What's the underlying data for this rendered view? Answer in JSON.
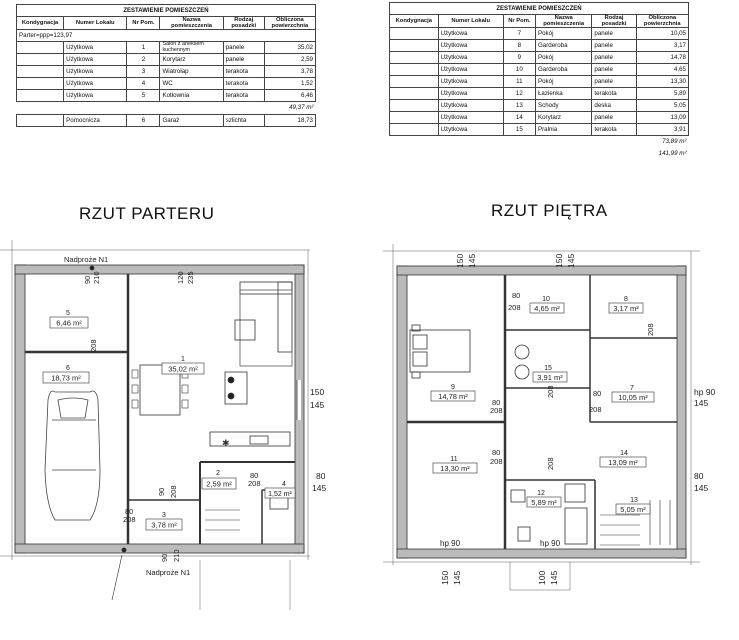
{
  "headers": {
    "kondygnacja": "Kondygnacja",
    "numer_lokalu": "Numer Lokalu",
    "nr_pom": "Nr Pom.",
    "nazwa": "Nazwa pomieszczenia",
    "rodzaj": "Rodzaj posadzki",
    "powierzchnia": "Obliczona powierzchnia"
  },
  "table_left": {
    "caption": "ZESTAWIENIE POMIESZCZEŃ",
    "group_label": "Parter=ppp=123,97",
    "rows": [
      {
        "lokal": "Użytkowa",
        "nr": "1",
        "nazwa": "Salon z aneksem kuchennym",
        "posadzka": "panele",
        "pow": "35,02"
      },
      {
        "lokal": "Użytkowa",
        "nr": "2",
        "nazwa": "Korytarz",
        "posadzka": "panele",
        "pow": "2,59"
      },
      {
        "lokal": "Użytkowa",
        "nr": "3",
        "nazwa": "Wiatrołap",
        "posadzka": "terakota",
        "pow": "3,78"
      },
      {
        "lokal": "Użytkowa",
        "nr": "4",
        "nazwa": "WC",
        "posadzka": "terakota",
        "pow": "1,52"
      },
      {
        "lokal": "Użytkowa",
        "nr": "5",
        "nazwa": "Kotłownia",
        "posadzka": "terakota",
        "pow": "6,46"
      }
    ],
    "subtotal": "49,37 m²",
    "extra_row": {
      "lokal": "Pomocnicza",
      "nr": "6",
      "nazwa": "Garaż",
      "posadzka": "szlichta",
      "pow": "18,73"
    }
  },
  "table_right": {
    "caption": "ZESTAWIENIE POMIESZCZEŃ",
    "rows": [
      {
        "lokal": "Użytkowa",
        "nr": "7",
        "nazwa": "Pokój",
        "posadzka": "panele",
        "pow": "10,05"
      },
      {
        "lokal": "Użytkowa",
        "nr": "8",
        "nazwa": "Garderoba",
        "posadzka": "panele",
        "pow": "3,17"
      },
      {
        "lokal": "Użytkowa",
        "nr": "9",
        "nazwa": "Pokój",
        "posadzka": "panele",
        "pow": "14,78"
      },
      {
        "lokal": "Użytkowa",
        "nr": "10",
        "nazwa": "Garderoba",
        "posadzka": "panele",
        "pow": "4,65"
      },
      {
        "lokal": "Użytkowa",
        "nr": "11",
        "nazwa": "Pokój",
        "posadzka": "panele",
        "pow": "13,30"
      },
      {
        "lokal": "Użytkowa",
        "nr": "12",
        "nazwa": "Łazienka",
        "posadzka": "terakota",
        "pow": "5,89"
      },
      {
        "lokal": "Użytkowa",
        "nr": "13",
        "nazwa": "Schody",
        "posadzka": "deska",
        "pow": "5,05"
      },
      {
        "lokal": "Użytkowa",
        "nr": "14",
        "nazwa": "Korytarz",
        "posadzka": "panele",
        "pow": "13,09"
      },
      {
        "lokal": "Użytkowa",
        "nr": "15",
        "nazwa": "Pralnia",
        "posadzka": "terakota",
        "pow": "3,91"
      }
    ],
    "subtotal": "73,89 m²",
    "total": "141,99 m²"
  },
  "plan_ground": {
    "title": "RZUT PARTERU",
    "rooms": {
      "r1": {
        "num": "1",
        "area": "35,02 m²"
      },
      "r2": {
        "num": "2",
        "area": "2,59 m²"
      },
      "r3": {
        "num": "3",
        "area": "3,78 m²"
      },
      "r4": {
        "num": "4",
        "area": "1,52 m²"
      },
      "r5": {
        "num": "5",
        "area": "6,46 m²"
      },
      "r6": {
        "num": "6",
        "area": "18,73 m²"
      }
    },
    "lintel_top": "Nadproże N1",
    "lintel_bottom": "Nadproże N1",
    "dims": {
      "d90": "90",
      "d210": "210",
      "d80": "80",
      "d208": "208",
      "d120": "120",
      "d235": "235",
      "d150": "150",
      "d145": "145"
    }
  },
  "plan_upper": {
    "title": "RZUT PIĘTRA",
    "rooms": {
      "r7": {
        "num": "7",
        "area": "10,05 m²"
      },
      "r8": {
        "num": "8",
        "area": "3,17 m²"
      },
      "r9": {
        "num": "9",
        "area": "14,78 m²"
      },
      "r10": {
        "num": "10",
        "area": "4,65 m²"
      },
      "r11": {
        "num": "11",
        "area": "13,30 m²"
      },
      "r12": {
        "num": "12",
        "area": "5,89 m²"
      },
      "r13": {
        "num": "13",
        "area": "5,05 m²"
      },
      "r14": {
        "num": "14",
        "area": "13,09 m²"
      },
      "r15": {
        "num": "15",
        "area": "3,91 m²"
      }
    },
    "dims": {
      "d150": "150",
      "d145": "145",
      "d80": "80",
      "d208": "208",
      "d90": "90",
      "hp90": "hp 90",
      "d100": "100"
    }
  }
}
